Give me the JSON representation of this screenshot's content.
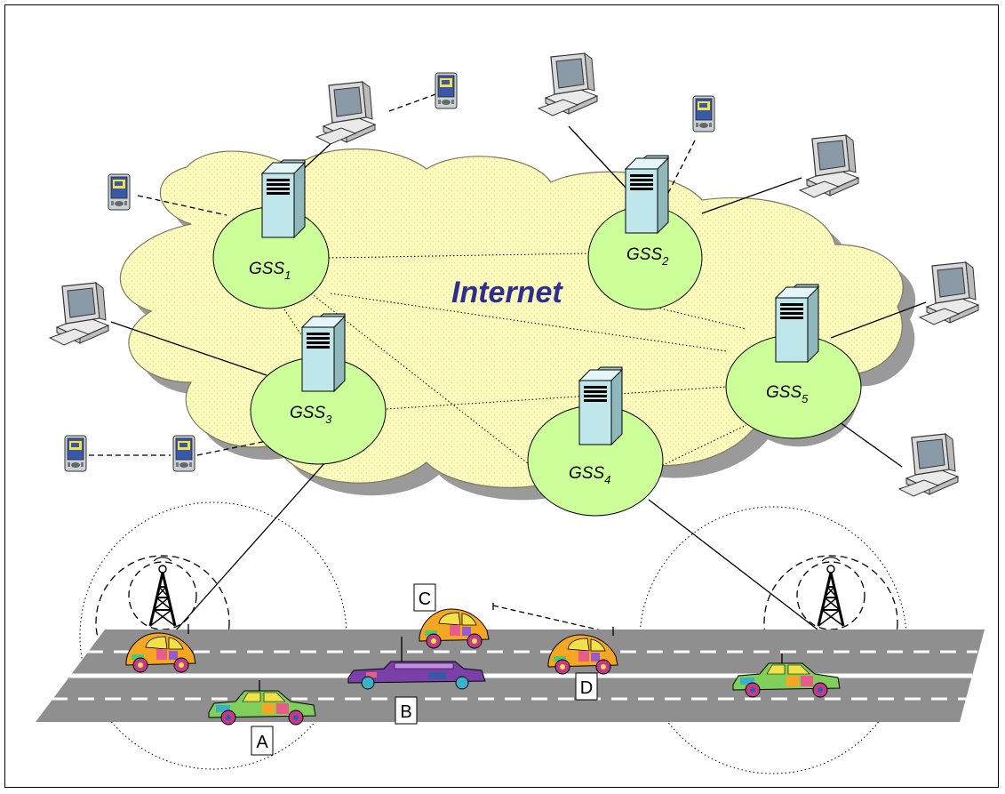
{
  "cloud_label": "Internet",
  "servers": [
    {
      "id": "gss1",
      "name": "GSS",
      "sub": "1"
    },
    {
      "id": "gss2",
      "name": "GSS",
      "sub": "2"
    },
    {
      "id": "gss3",
      "name": "GSS",
      "sub": "3"
    },
    {
      "id": "gss4",
      "name": "GSS",
      "sub": "4"
    },
    {
      "id": "gss5",
      "name": "GSS",
      "sub": "5"
    }
  ],
  "vehicle_labels": {
    "a": "A",
    "b": "B",
    "c": "C",
    "d": "D"
  },
  "colors": {
    "cloud_fill": "#fffcc0",
    "cloud_shadow": "#9a9a9a",
    "server_circle": "#ccff99",
    "server_box": "#bfe6ea",
    "road": "#8f8f8f",
    "label": "#2e2e8f"
  }
}
